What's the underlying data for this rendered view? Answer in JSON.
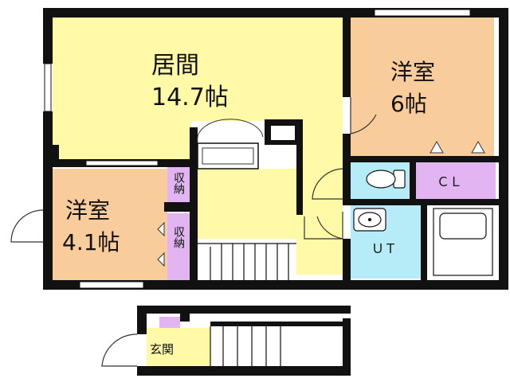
{
  "colors": {
    "living": "#fff9a8",
    "western": "#f9cc9b",
    "storage": "#e2b5f2",
    "water": "#b5ecf7",
    "bath": "#b5ecf7",
    "entrance": "#fff9a8",
    "walls": "#111111"
  },
  "rooms": {
    "living": {
      "name": "居間",
      "size": "14.7帖"
    },
    "western_6": {
      "name": "洋室",
      "size": "6帖"
    },
    "western_4": {
      "name": "洋室",
      "size": "4.1帖"
    },
    "closet": {
      "label": "ＣＬ"
    },
    "storage_upper": {
      "label": "収納"
    },
    "storage_lower": {
      "label": "収納"
    },
    "utility": {
      "label": "ＵＴ"
    },
    "entrance": {
      "label": "玄関"
    }
  },
  "icons": [
    "toilet-icon",
    "washbasin-icon",
    "bathtub-icon",
    "kitchen-counter-icon",
    "stairs-icon",
    "door-swing-icon",
    "window-icon"
  ]
}
